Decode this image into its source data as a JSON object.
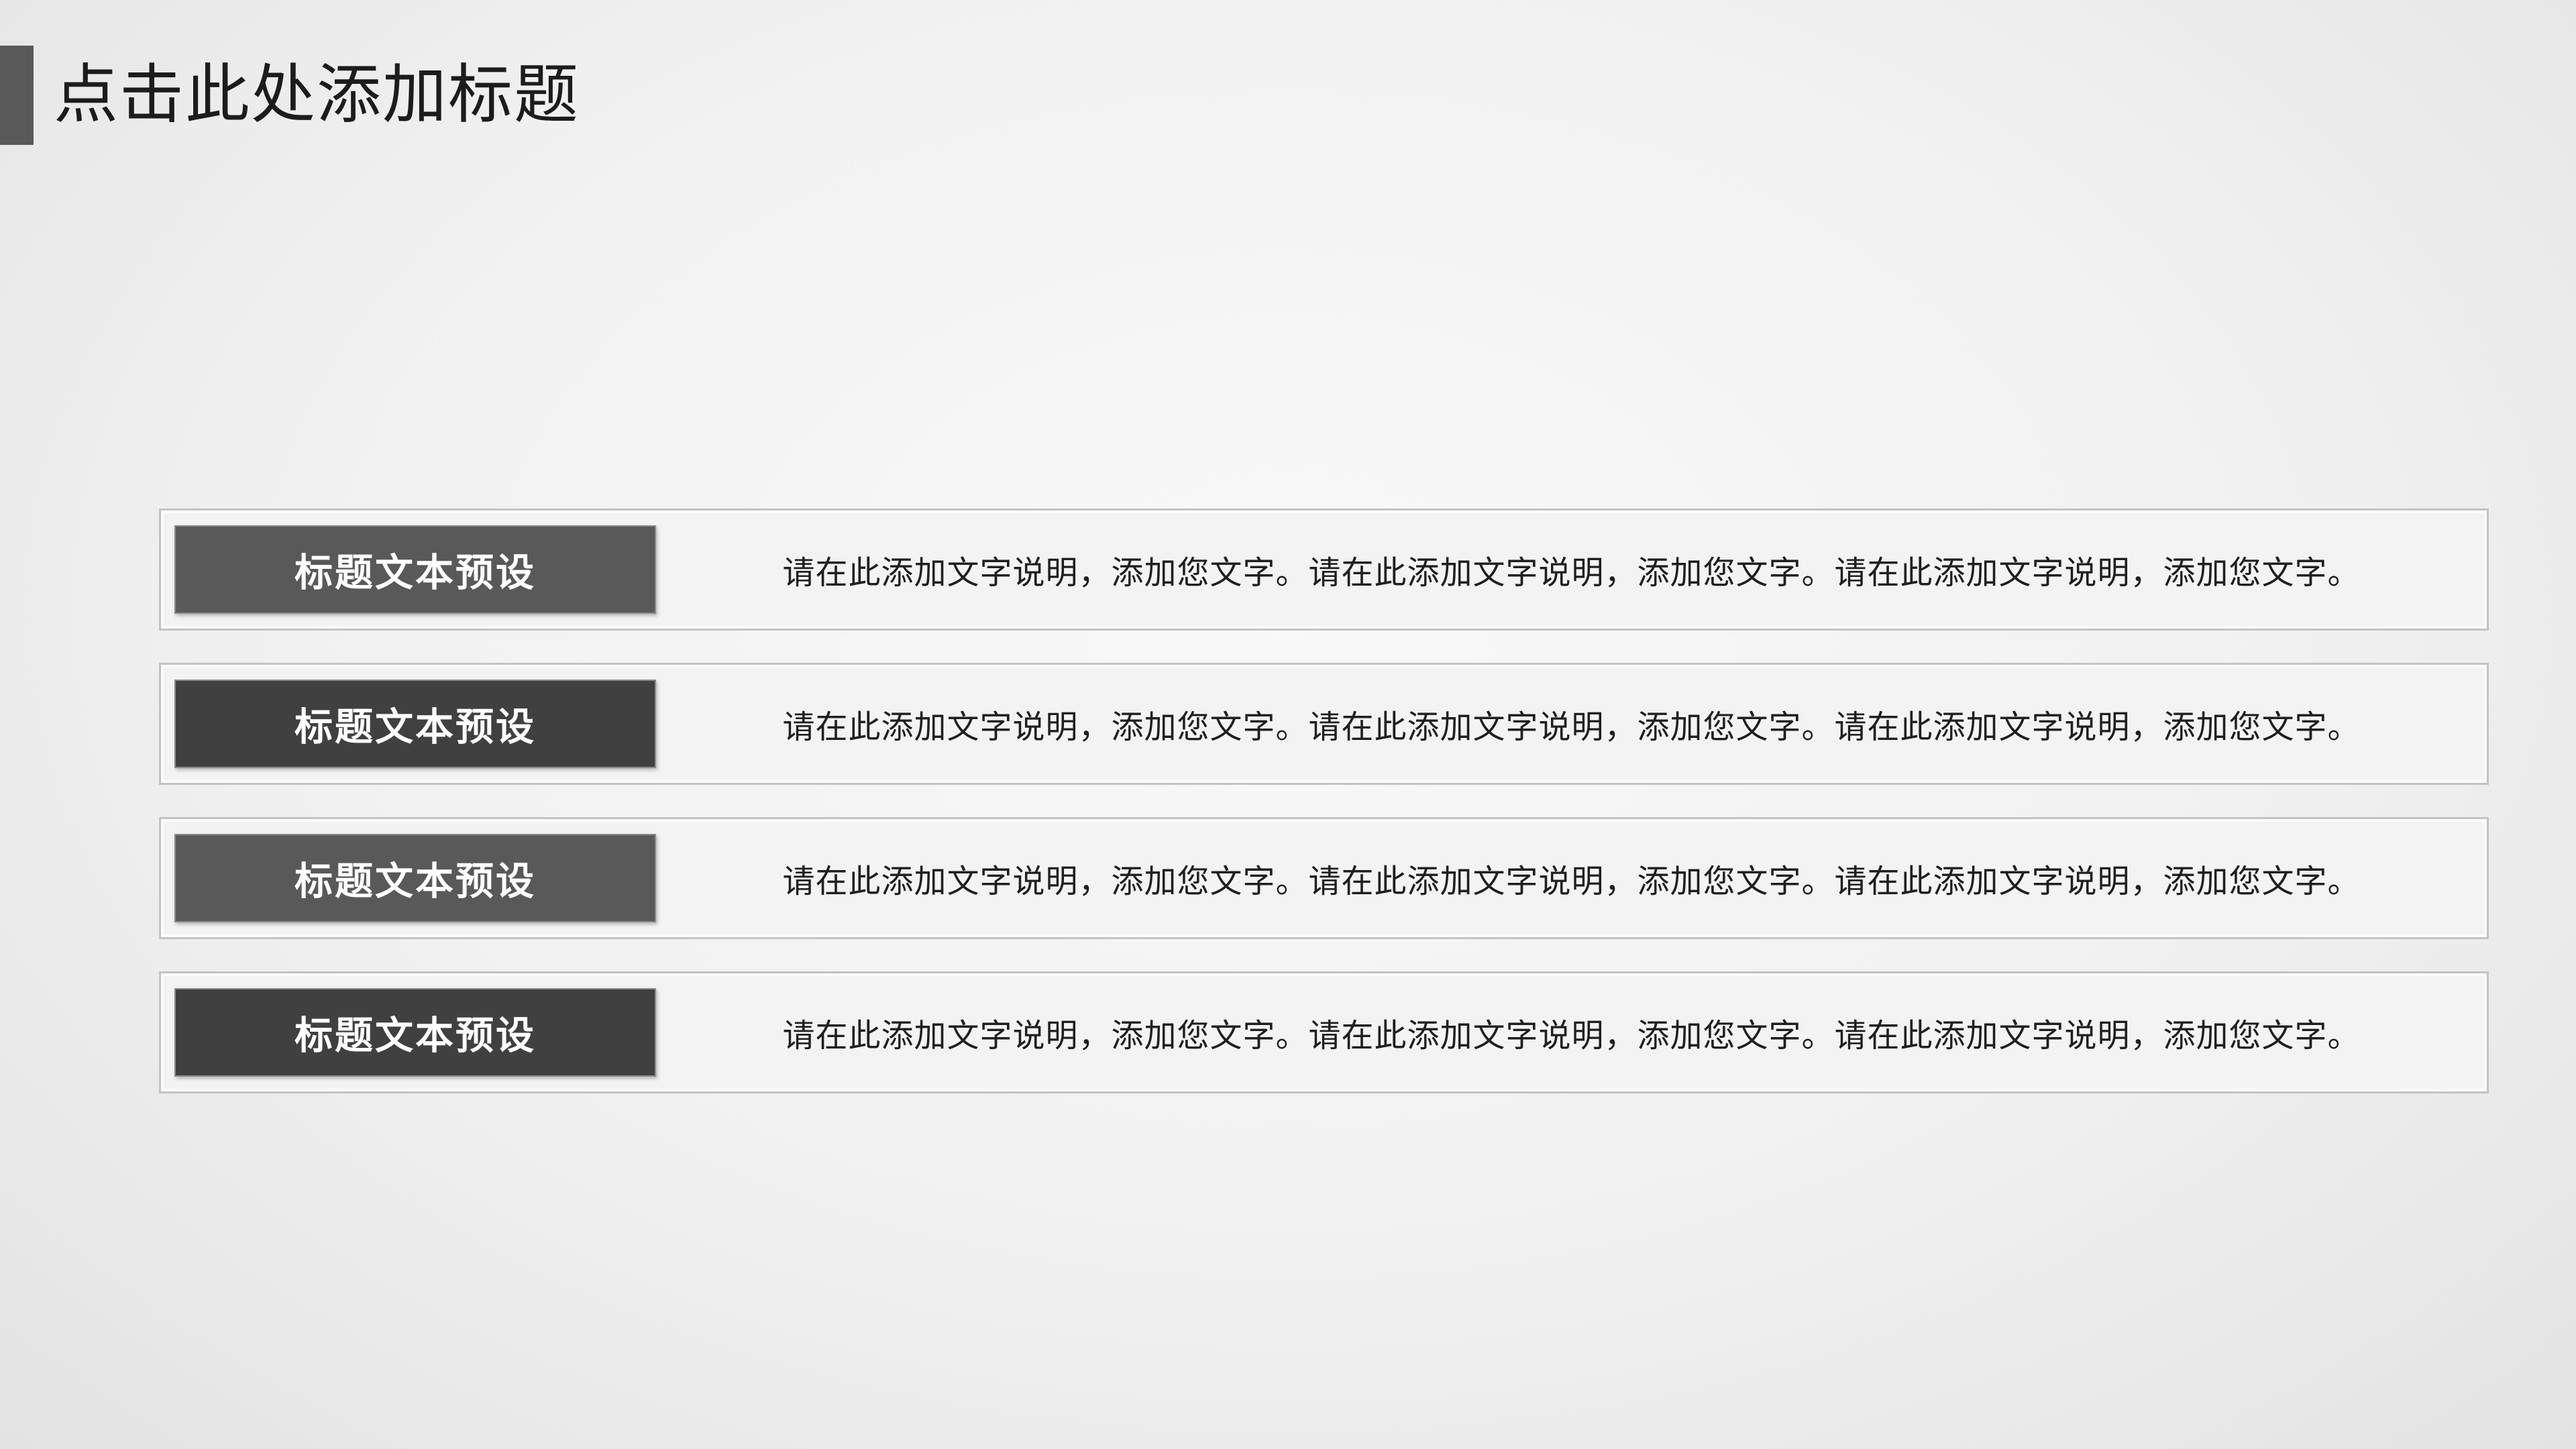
{
  "slide": {
    "title": "点击此处添加标题",
    "accent_color": "#595959",
    "row_border_color": "#c3c3c3",
    "rows": [
      {
        "label": "标题文本预设",
        "description": "请在此添加文字说明，添加您文字。请在此添加文字说明，添加您文字。请在此添加文字说明，添加您文字。",
        "button_color": "#595959"
      },
      {
        "label": "标题文本预设",
        "description": "请在此添加文字说明，添加您文字。请在此添加文字说明，添加您文字。请在此添加文字说明，添加您文字。",
        "button_color": "#404040"
      },
      {
        "label": "标题文本预设",
        "description": "请在此添加文字说明，添加您文字。请在此添加文字说明，添加您文字。请在此添加文字说明，添加您文字。",
        "button_color": "#595959"
      },
      {
        "label": "标题文本预设",
        "description": "请在此添加文字说明，添加您文字。请在此添加文字说明，添加您文字。请在此添加文字说明，添加您文字。",
        "button_color": "#404040"
      }
    ]
  }
}
